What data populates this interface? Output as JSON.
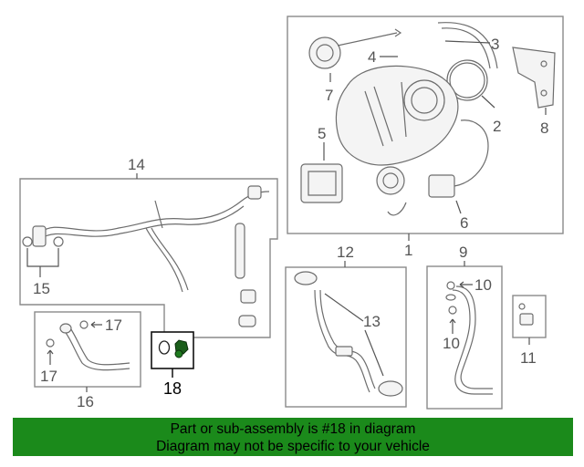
{
  "callouts": {
    "n1": "1",
    "n2": "2",
    "n3": "3",
    "n4": "4",
    "n5": "5",
    "n6": "6",
    "n7": "7",
    "n8": "8",
    "n9": "9",
    "n10a": "10",
    "n10b": "10",
    "n11": "11",
    "n12": "12",
    "n13": "13",
    "n14": "14",
    "n15": "15",
    "n16": "16",
    "n17a": "17",
    "n17b": "17",
    "n18": "18"
  },
  "highlighted_part": "18",
  "banner": {
    "line1": "Part or sub-assembly is #18 in diagram",
    "line2": "Diagram may not be specific to your vehicle",
    "color": "#1b8a1b"
  }
}
